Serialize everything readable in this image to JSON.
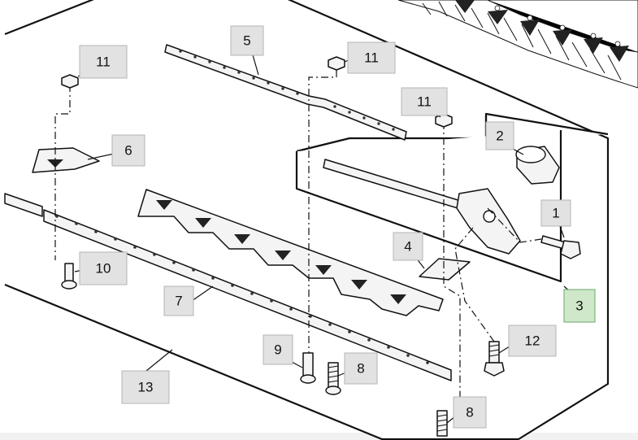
{
  "diagram": {
    "callouts": [
      {
        "id": "c1",
        "label": "1"
      },
      {
        "id": "c2",
        "label": "2"
      },
      {
        "id": "c3",
        "label": "3",
        "highlighted": true
      },
      {
        "id": "c4",
        "label": "4"
      },
      {
        "id": "c5",
        "label": "5"
      },
      {
        "id": "c6",
        "label": "6"
      },
      {
        "id": "c7",
        "label": "7"
      },
      {
        "id": "c8a",
        "label": "8"
      },
      {
        "id": "c8b",
        "label": "8"
      },
      {
        "id": "c9",
        "label": "9"
      },
      {
        "id": "c10",
        "label": "10"
      },
      {
        "id": "c11a",
        "label": "11"
      },
      {
        "id": "c11b",
        "label": "11"
      },
      {
        "id": "c11c",
        "label": "11"
      },
      {
        "id": "c12",
        "label": "12"
      },
      {
        "id": "c13",
        "label": "13"
      }
    ],
    "colors": {
      "callout_fill": "#e2e2e2",
      "callout_highlight_fill": "#cfe8c9",
      "line": "#111111"
    }
  }
}
